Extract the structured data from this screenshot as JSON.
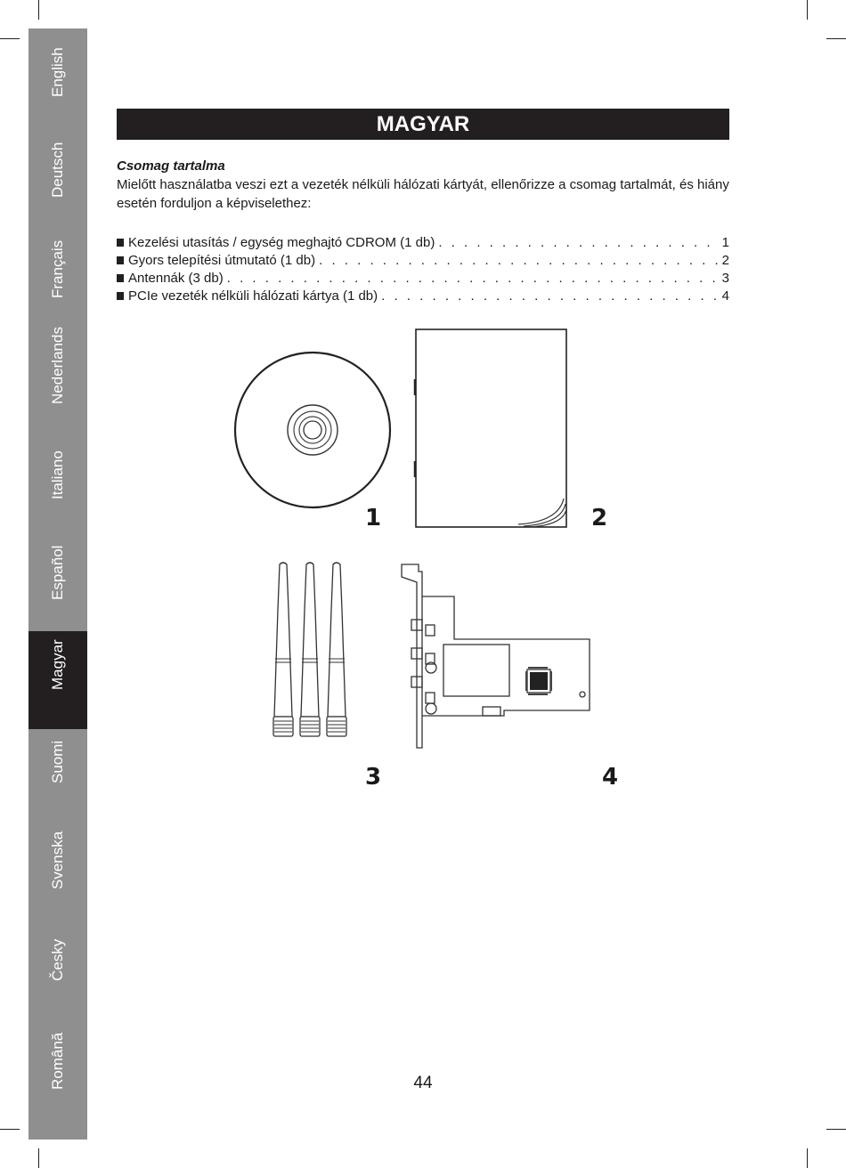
{
  "sidebar": {
    "languages": [
      {
        "label": "English",
        "active": false
      },
      {
        "label": "Deutsch",
        "active": false
      },
      {
        "label": "Français",
        "active": false
      },
      {
        "label": "Nederlands",
        "active": false
      },
      {
        "label": "Italiano",
        "active": false
      },
      {
        "label": "Español",
        "active": false
      },
      {
        "label": "Magyar",
        "active": true
      },
      {
        "label": "Suomi",
        "active": false
      },
      {
        "label": "Svenska",
        "active": false
      },
      {
        "label": "Česky",
        "active": false
      },
      {
        "label": "Română",
        "active": false
      }
    ]
  },
  "header": {
    "title": "MAGYAR"
  },
  "section": {
    "subtitle": "Csomag tartalma",
    "intro": "Mielőtt használatba veszi ezt a vezeték nélküli hálózati kártyát, ellenőrizze a csomag tartalmát, és hiány esetén forduljon a képviselethez:"
  },
  "contents": [
    {
      "text": "Kezelési utasítás / egység meghajtó CDROM (1 db)",
      "number": "1"
    },
    {
      "text": "Gyors telepítési útmutató (1 db)",
      "number": "2"
    },
    {
      "text": "Antennák (3 db)",
      "number": "3"
    },
    {
      "text": "PCIe vezeték nélküli hálózati kártya (1 db)",
      "number": "4"
    }
  ],
  "figures": {
    "label1": "1",
    "label2": "2",
    "label3": "3",
    "label4": "4"
  },
  "page_number": "44"
}
